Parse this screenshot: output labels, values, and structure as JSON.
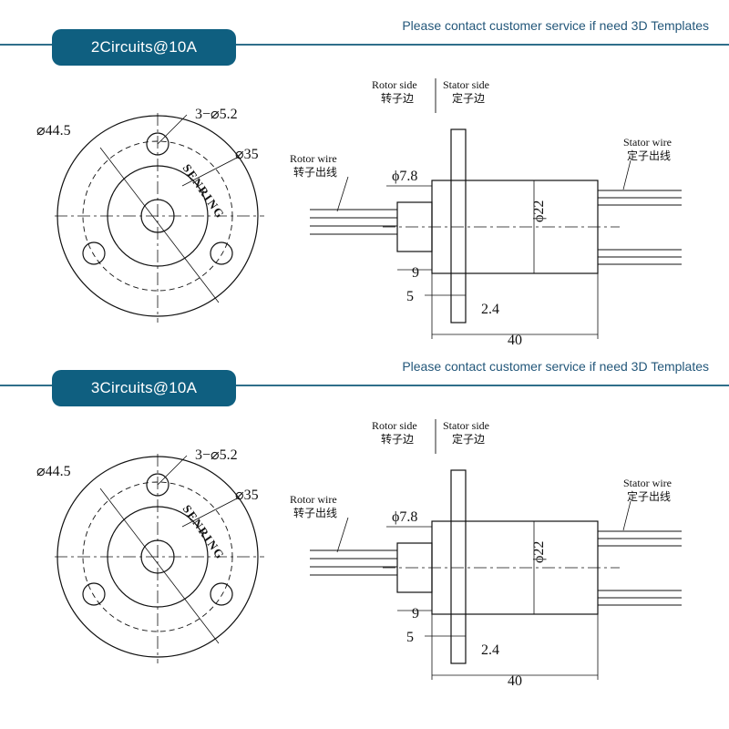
{
  "sections": [
    {
      "title": "2Circuits@10A",
      "note": "Please contact customer service if need 3D Templates",
      "front": {
        "outer_dia": "⌀44.5",
        "holes": "3−⌀5.2",
        "inner_dia": "⌀35",
        "brand": "SENRING"
      },
      "side": {
        "rotor_side_en": "Rotor side",
        "rotor_side_cn": "转子边",
        "stator_side_en": "Stator side",
        "stator_side_cn": "定子边",
        "rotor_wire_en": "Rotor wire",
        "rotor_wire_cn": "转子出线",
        "stator_wire_en": "Stator wire",
        "stator_wire_cn": "定子出线",
        "shaft_dia": "ϕ7.8",
        "body_dia": "ϕ22",
        "dim_9": "9",
        "dim_5": "5",
        "dim_2_4": "2.4",
        "dim_40": "40"
      }
    },
    {
      "title": "3Circuits@10A",
      "note": "Please contact customer service if need 3D Templates",
      "front": {
        "outer_dia": "⌀44.5",
        "holes": "3−⌀5.2",
        "inner_dia": "⌀35",
        "brand": "SENRING"
      },
      "side": {
        "rotor_side_en": "Rotor side",
        "rotor_side_cn": "转子边",
        "stator_side_en": "Stator side",
        "stator_side_cn": "定子边",
        "rotor_wire_en": "Rotor wire",
        "rotor_wire_cn": "转子出线",
        "stator_wire_en": "Stator wire",
        "stator_wire_cn": "定子出线",
        "shaft_dia": "ϕ7.8",
        "body_dia": "ϕ22",
        "dim_9": "9",
        "dim_5": "5",
        "dim_2_4": "2.4",
        "dim_40": "40"
      }
    }
  ],
  "colors": {
    "banner": "#0f5f80",
    "rule": "#2f6f8a",
    "note": "#23577a",
    "line": "#111111"
  }
}
